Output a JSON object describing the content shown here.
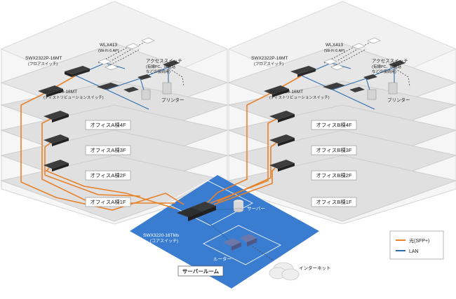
{
  "left_building": {
    "floor_switch": "SWX2322P-16MT",
    "floor_switch_sub": "(フロアスイッチ)",
    "dist_switch": "SWX3220-16MT",
    "dist_switch_sub": "(ディストリビューションスイッチ)",
    "ap": "WLX413",
    "ap_sub": "(Wi-Fi 6 AP)",
    "access_switch": "アクセススイッチ",
    "access_sub1": "(有線PC、IP電話",
    "access_sub2": "などの接続用)",
    "printer": "プリンター",
    "floors": [
      "オフィスA棟4F",
      "オフィスA棟3F",
      "オフィスA棟2F",
      "オフィスA棟1F"
    ]
  },
  "right_building": {
    "floor_switch": "SWX2322P-16MT",
    "floor_switch_sub": "(フロアスイッチ)",
    "dist_switch": "SWX3220-16MT",
    "dist_switch_sub": "(ディストリビューションスイッチ)",
    "ap": "WLX413",
    "ap_sub": "(Wi-Fi 6 AP)",
    "access_switch": "アクセススイッチ",
    "access_sub1": "(有線PC、IP電話",
    "access_sub2": "などの接続用)",
    "printer": "プリンター",
    "floors": [
      "オフィスB棟4F",
      "オフィスB棟3F",
      "オフィスB棟2F",
      "オフィスB棟1F"
    ]
  },
  "server_room": {
    "label": "サーバールーム",
    "core_switch": "SWX3220-16TMs",
    "core_switch_sub": "(コアスイッチ)",
    "server": "サーバー",
    "router": "ルーター"
  },
  "internet": "インターネット",
  "legend": {
    "fiber": "光(SFP+)",
    "lan": "LAN"
  },
  "colors": {
    "fiber": "#e8822a",
    "lan": "#2f6db0",
    "server_room": "#3a7dd0",
    "device": "#3d3d3d"
  }
}
